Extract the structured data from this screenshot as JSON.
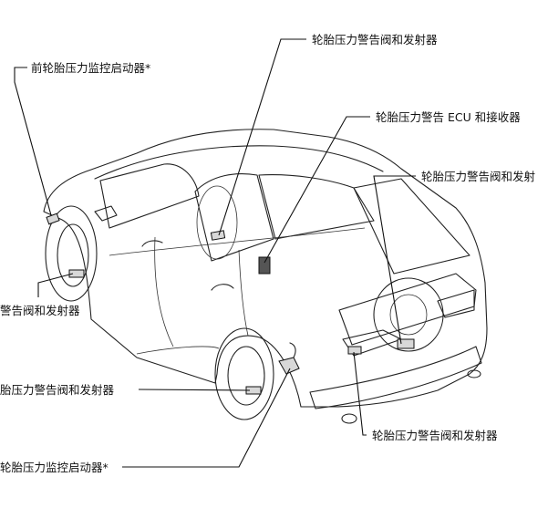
{
  "callouts": {
    "transmitter_top": "轮胎压力警告阀和发射器",
    "front_initiator_top": "前轮胎压力监控启动器*",
    "ecu_receiver": "轮胎压力警告 ECU 和接收器",
    "transmitter_right": "轮胎压力警告阀和发射",
    "transmitter_left_mid": "警告阀和发射器",
    "transmitter_left_lower": "胎压力警告阀和发射器",
    "initiator_left_bottom": "轮胎压力监控启动器*",
    "transmitter_bottom_right": "轮胎压力警告阀和发射器"
  }
}
